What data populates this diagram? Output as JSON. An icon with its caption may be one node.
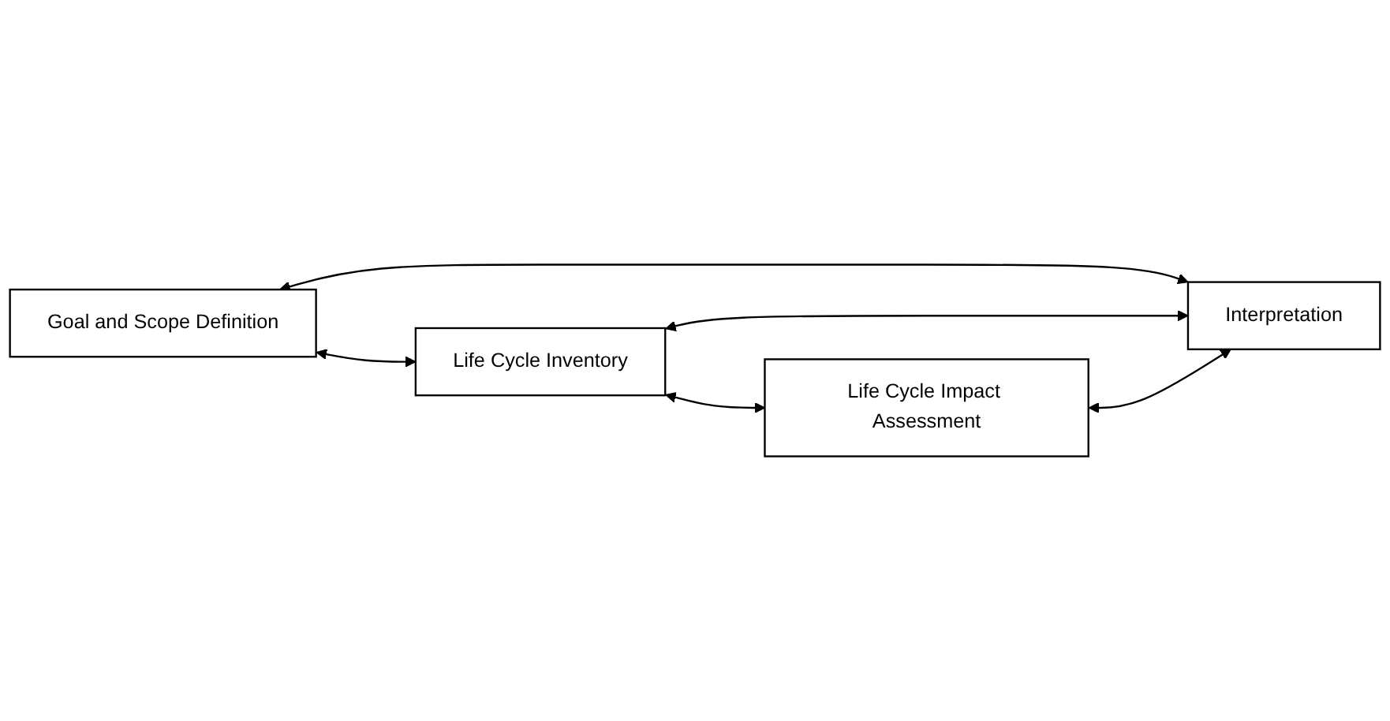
{
  "diagram": {
    "nodes": [
      {
        "text": [
          "Goal and Scope Definition"
        ]
      },
      {
        "text": [
          "Life Cycle Inventory"
        ]
      },
      {
        "text": [
          "Life Cycle Impact Assessment"
        ]
      },
      {
        "text": [
          "Interpretation"
        ]
      }
    ],
    "edges": [
      {
        "from": 0,
        "to": 3,
        "arrow": "both"
      },
      {
        "from": 0,
        "to": 1,
        "arrow": "both"
      },
      {
        "from": 1,
        "to": 3,
        "arrow": "both"
      },
      {
        "from": 1,
        "to": 2,
        "arrow": "both"
      },
      {
        "from": 2,
        "to": 3,
        "arrow": "both"
      }
    ]
  }
}
